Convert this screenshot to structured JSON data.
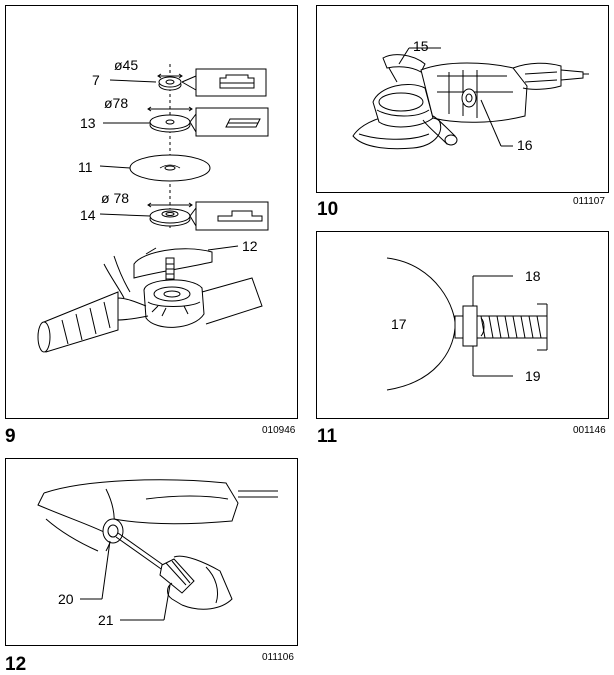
{
  "figures": [
    {
      "number": "9",
      "code": "010946",
      "callouts": {
        "c7": "7",
        "c13": "13",
        "c11": "11",
        "c14": "14",
        "c12": "12"
      },
      "dims": {
        "d45": "ø45",
        "d78a": "ø78",
        "d78b": "ø 78"
      }
    },
    {
      "number": "10",
      "code": "011107",
      "callouts": {
        "c15": "15",
        "c16": "16"
      }
    },
    {
      "number": "11",
      "code": "001146",
      "callouts": {
        "c17": "17",
        "c18": "18",
        "c19": "19"
      }
    },
    {
      "number": "12",
      "code": "011106",
      "callouts": {
        "c20": "20",
        "c21": "21"
      }
    }
  ]
}
